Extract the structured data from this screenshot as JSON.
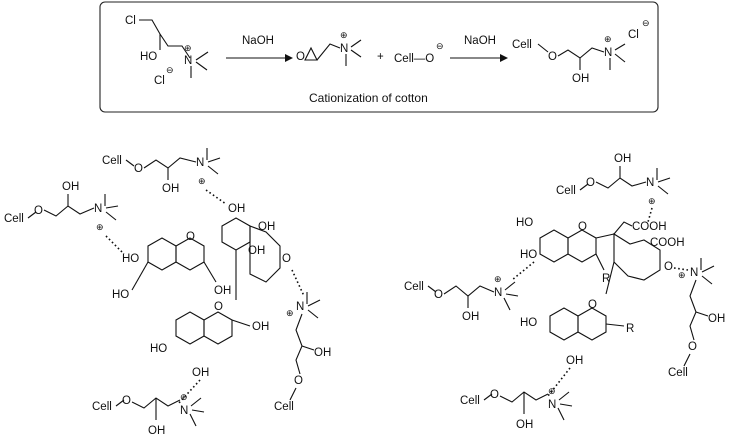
{
  "scheme": {
    "caption": "Cationization of cotton",
    "reagent_1": "NaOH",
    "reagent_2": "NaOH",
    "plus_sign": "+",
    "labels": {
      "cl": "Cl",
      "ho": "HO",
      "oh": "OH",
      "n": "N",
      "o": "O",
      "cell": "Cell",
      "cell_o": "Cell—O",
      "minus": "⊖",
      "plus": "⊕"
    }
  },
  "complex_left": {
    "labels": {
      "cell": "Cell",
      "o": "O",
      "oh": "OH",
      "ho": "HO",
      "n": "N",
      "plus": "⊕"
    }
  },
  "complex_right": {
    "labels": {
      "cell": "Cell",
      "o": "O",
      "oh": "OH",
      "ho": "HO",
      "n": "N",
      "r": "R",
      "cooh": "COOH",
      "plus": "⊕"
    }
  }
}
